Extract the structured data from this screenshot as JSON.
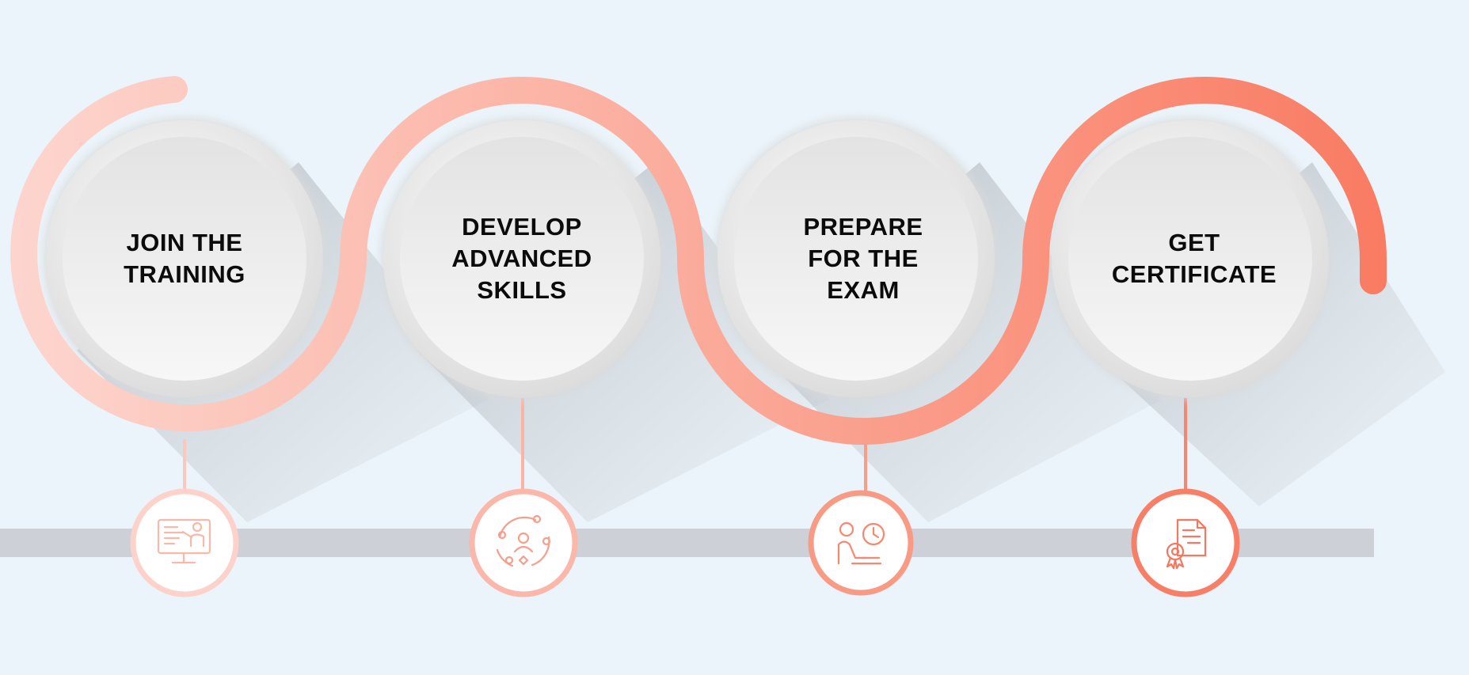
{
  "steps": [
    {
      "label": "JOIN THE\nTRAINING",
      "icon": "presentation-board-icon"
    },
    {
      "label": "DEVELOP\nADVANCED\nSKILLS",
      "icon": "skill-growth-icon"
    },
    {
      "label": "PREPARE\nFOR THE\nEXAM",
      "icon": "studying-clock-icon"
    },
    {
      "label": "GET\nCERTIFICATE",
      "icon": "certificate-icon"
    }
  ],
  "colors": {
    "background": "#ebf4fa",
    "gradient_start": "#fdd3cc",
    "gradient_end": "#f97b62",
    "timeline_bar": "#cdd0d6",
    "circle_face": "#f1f1f1",
    "text": "#0b0b0b"
  }
}
